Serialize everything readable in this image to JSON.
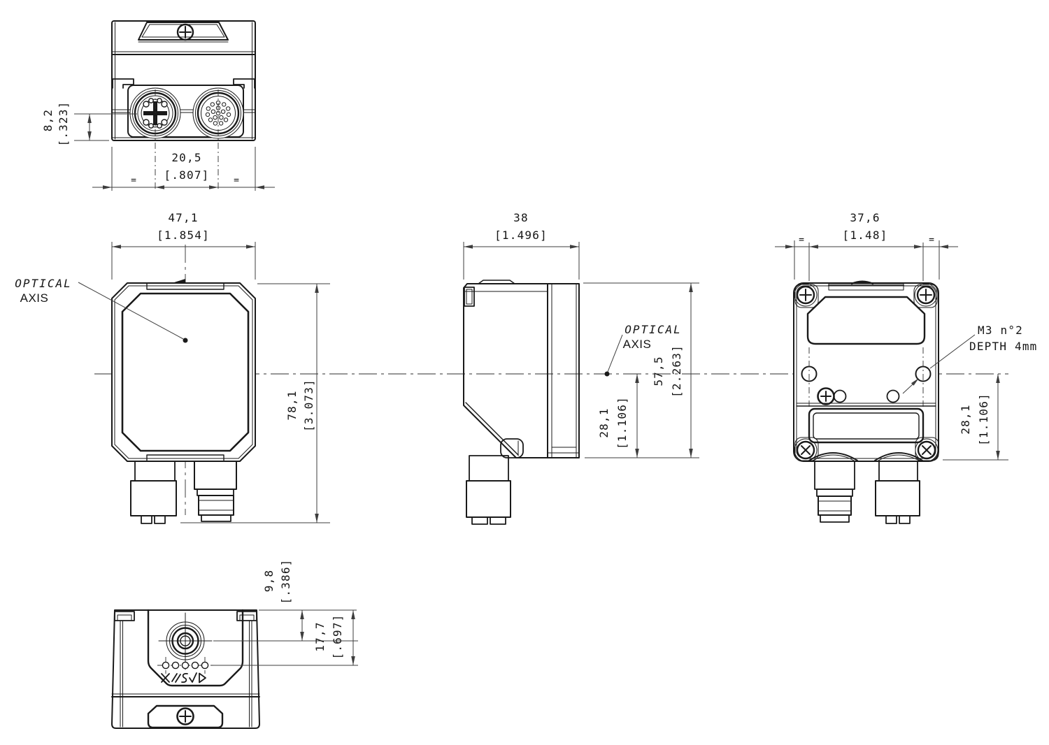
{
  "labels": {
    "optical": "OPTICAL",
    "axis": "AXIS",
    "m3_line1": "M3 n°2",
    "m3_line2": "DEPTH 4mm",
    "equal": "="
  },
  "dims": {
    "top": {
      "offset_mm": "8,2",
      "offset_in": "[.323]",
      "pitch_mm": "20,5",
      "pitch_in": "[.807]"
    },
    "front": {
      "width_mm": "47,1",
      "width_in": "[1.854]",
      "height_mm": "78,1",
      "height_in": "[3.073]"
    },
    "side": {
      "depth_mm": "38",
      "depth_in": "[1.496]",
      "height_mm": "57,5",
      "height_in": "[2.263]",
      "axis_mm": "28,1",
      "axis_in": "[1.106]"
    },
    "back": {
      "pitch_mm": "37,6",
      "pitch_in": "[1.48]",
      "axis_mm": "28,1",
      "axis_in": "[1.106]"
    },
    "bottom": {
      "lens_mm": "9,8",
      "lens_in": "[.386]",
      "led_mm": "17,7",
      "led_in": "[.697]"
    }
  },
  "icons": {
    "status_row": [
      "x-mark-icon",
      "edit-slashes-icon",
      "s-curve-icon",
      "check-icon",
      "play-triangle-icon"
    ]
  }
}
